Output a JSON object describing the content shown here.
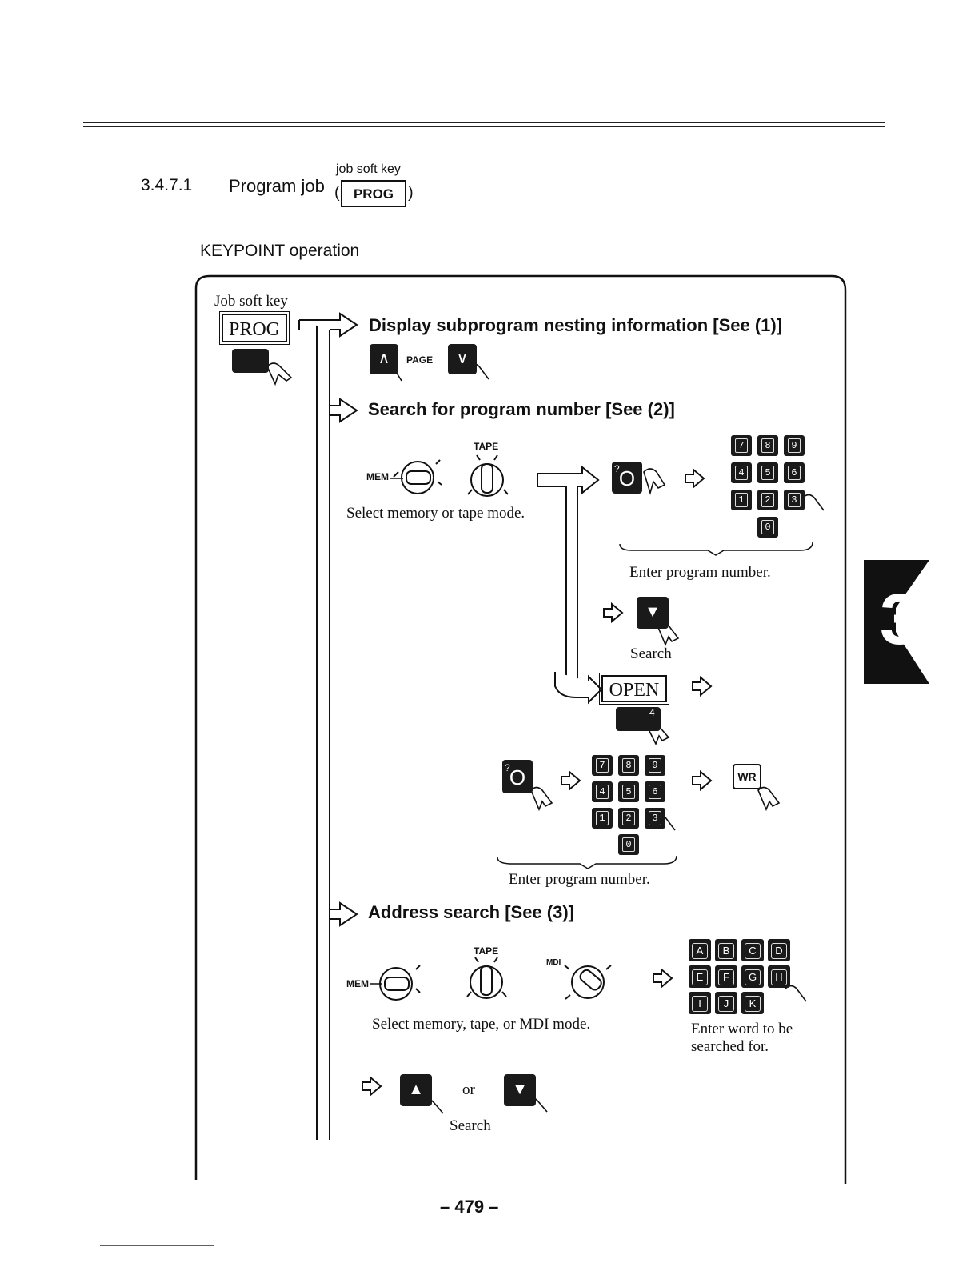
{
  "section": {
    "number": "3.4.7.1",
    "title": "Program job",
    "softkey_caption": "job soft key",
    "softkey_label": "PROG"
  },
  "keypoint_heading": "KEYPOINT operation",
  "flow": {
    "job_softkey_caption": "Job soft key",
    "job_softkey_label": "PROG",
    "branch1_title": "Display subprogram nesting information [See (1)]",
    "page_label": "PAGE",
    "branch2_title": "Search for program number [See (2)]",
    "tape_label": "TAPE",
    "mem_label": "MEM",
    "select_mem_tape": "Select memory or tape mode.",
    "o_key": "O",
    "o_key_small": "?",
    "numpad": [
      "7",
      "8",
      "9",
      "4",
      "5",
      "6",
      "1",
      "2",
      "3",
      "0"
    ],
    "enter_program_number": "Enter program number.",
    "search_label": "Search",
    "open_softkey": "OPEN",
    "open_key_small": "4",
    "wr_key": "WR",
    "enter_program_number_2": "Enter program number.",
    "branch3_title": "Address search [See (3)]",
    "tape_label_2": "TAPE",
    "mem_label_2": "MEM",
    "mdi_label": "MDI",
    "select_mem_tape_mdi": "Select memory, tape, or MDI mode.",
    "alpha_keys": [
      "A",
      "B",
      "C",
      "D",
      "E",
      "F",
      "G",
      "H",
      "I",
      "J",
      "K"
    ],
    "enter_word": "Enter word to be searched for.",
    "or_label": "or",
    "search_label_2": "Search"
  },
  "page_number": "– 479 –",
  "chapter_tab": "3"
}
